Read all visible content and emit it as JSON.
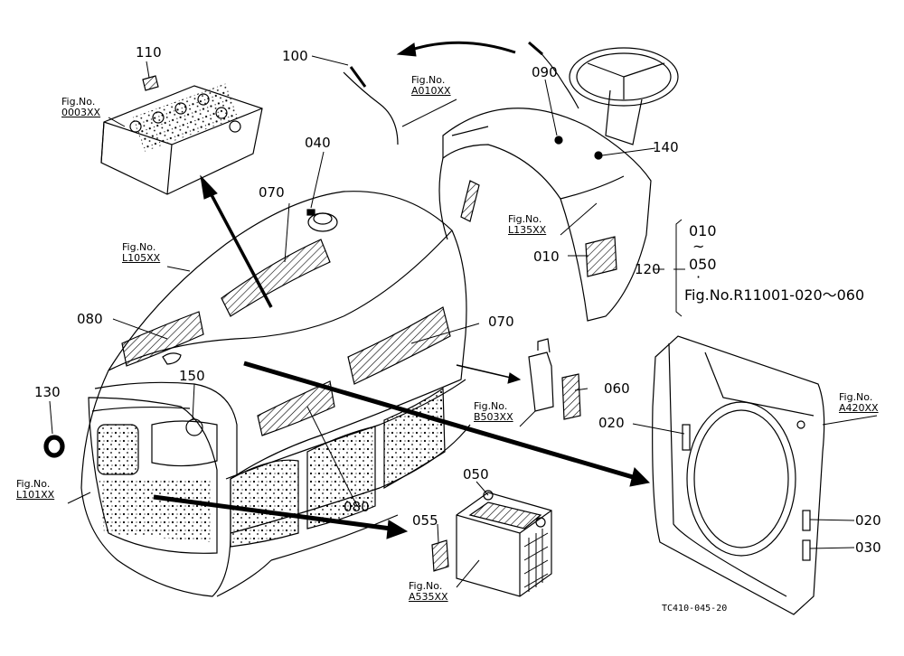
{
  "parts": {
    "p100": "100",
    "p110": "110",
    "p090": "090",
    "p140": "140",
    "p040": "040",
    "p070_top": "070",
    "p070_right": "070",
    "p010": "010",
    "p080_left": "080",
    "p080_bottom": "080",
    "p150": "150",
    "p130": "130",
    "p060": "060",
    "p020_mid": "020",
    "p020_low": "020",
    "p030": "030",
    "p050": "050",
    "p055": "055",
    "p120": "120"
  },
  "fig_refs": {
    "fig_label": "Fig.No.",
    "f0003": "0003XX",
    "fA010": "A010XX",
    "fL135": "L135XX",
    "fL105": "L105XX",
    "fB503": "B503XX",
    "fA420": "A420XX",
    "fL101": "L101XX",
    "fA535": "A535XX"
  },
  "range_note": {
    "from": "010",
    "tilde": "~",
    "to": "050",
    "dot": "·",
    "ref": "Fig.No.R11001-020～060"
  },
  "drawing_code": "TC410-045-20",
  "colors": {
    "line": "#000000",
    "background": "#ffffff"
  }
}
